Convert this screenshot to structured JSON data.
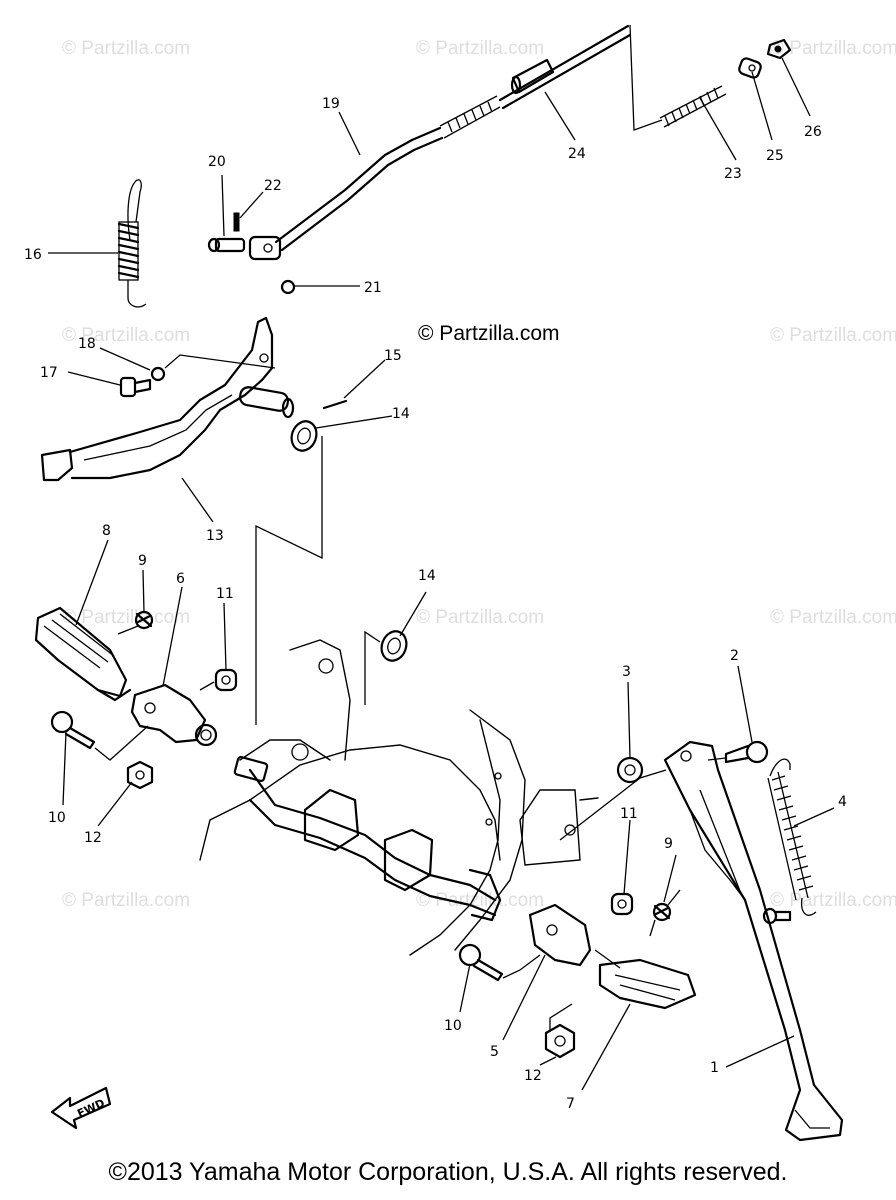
{
  "watermark_text": "© Partzilla.com",
  "main_watermark": "© Partzilla.com",
  "copyright": "©2013 Yamaha Motor Corporation, U.S.A. All rights reserved.",
  "fwd_label": "FWD",
  "callouts": {
    "c1": "1",
    "c2": "2",
    "c3": "3",
    "c4": "4",
    "c5": "5",
    "c6": "6",
    "c7": "7",
    "c8": "8",
    "c9a": "9",
    "c9b": "9",
    "c10a": "10",
    "c10b": "10",
    "c11a": "11",
    "c11b": "11",
    "c12a": "12",
    "c12b": "12",
    "c13": "13",
    "c14a": "14",
    "c14b": "14",
    "c15": "15",
    "c16": "16",
    "c17": "17",
    "c18": "18",
    "c19": "19",
    "c20": "20",
    "c21": "21",
    "c22": "22",
    "c23": "23",
    "c24": "24",
    "c25": "25",
    "c26": "26"
  }
}
